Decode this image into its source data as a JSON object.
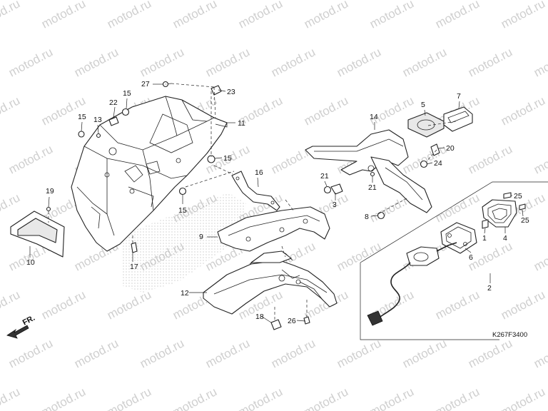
{
  "watermark": "motod.ru",
  "diagram_code": "K267F3400",
  "direction_label": "FR.",
  "callouts": [
    "1",
    "2",
    "3",
    "4",
    "5",
    "6",
    "7",
    "8",
    "9",
    "10",
    "11",
    "12",
    "13",
    "14",
    "15",
    "16",
    "17",
    "18",
    "19",
    "20",
    "21",
    "22",
    "23",
    "24",
    "25",
    "26",
    "27"
  ]
}
